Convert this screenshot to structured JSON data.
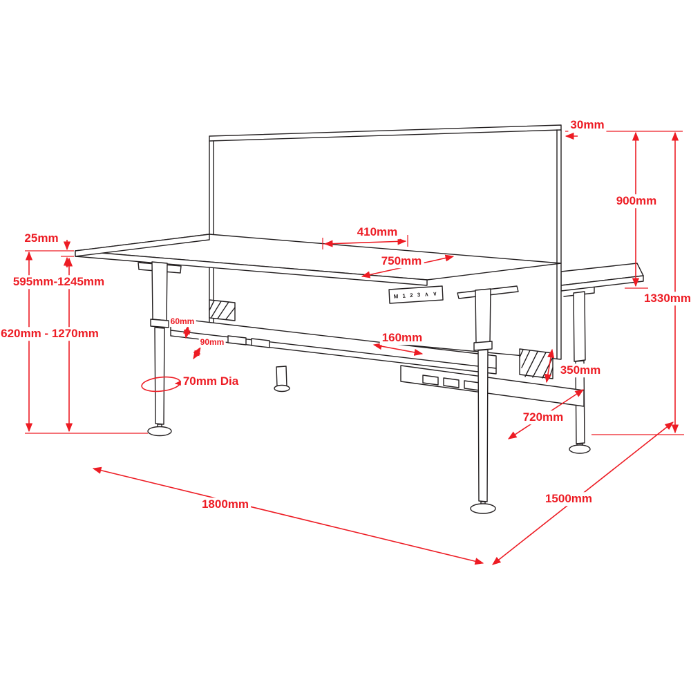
{
  "diagram": {
    "background_color": "#ffffff",
    "line_color": "#231f20",
    "dimension_color": "#ed1c24"
  },
  "desk": {
    "control_panel_text": "M 1 2 3 ∧ ∨"
  },
  "dimensions": {
    "screen_thickness": "30mm",
    "screen_height": "900mm",
    "overall_height": "1330mm",
    "worktop_thickness": "25mm",
    "frame_height_range": "595mm-1245mm",
    "worktop_height_range": "620mm - 1270mm",
    "screen_to_edge_distance": "410mm",
    "worktop_depth": "750mm",
    "upper_frame_height": "60mm",
    "lower_frame_height": "90mm",
    "beam_height": "160mm",
    "leg_diameter": "70mm Dia",
    "screen_below_desk": "350mm",
    "foot_length": "720mm",
    "worktop_width": "1800mm",
    "overall_depth": "1500mm"
  }
}
